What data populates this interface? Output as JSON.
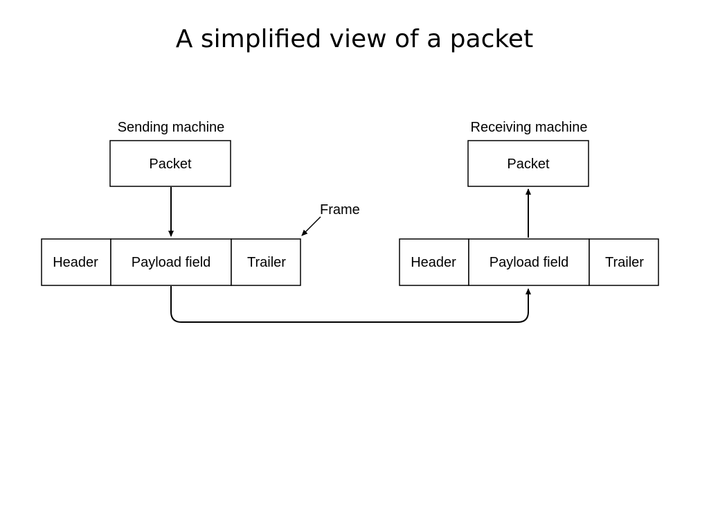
{
  "title": "A simplified view of a packet",
  "sender": {
    "caption": "Sending machine",
    "packet_label": "Packet",
    "frame": {
      "header": "Header",
      "payload": "Payload field",
      "trailer": "Trailer"
    }
  },
  "receiver": {
    "caption": "Receiving machine",
    "packet_label": "Packet",
    "frame": {
      "header": "Header",
      "payload": "Payload field",
      "trailer": "Trailer"
    }
  },
  "frame_callout": "Frame",
  "colors": {
    "stroke": "#000000",
    "background": "#ffffff"
  }
}
